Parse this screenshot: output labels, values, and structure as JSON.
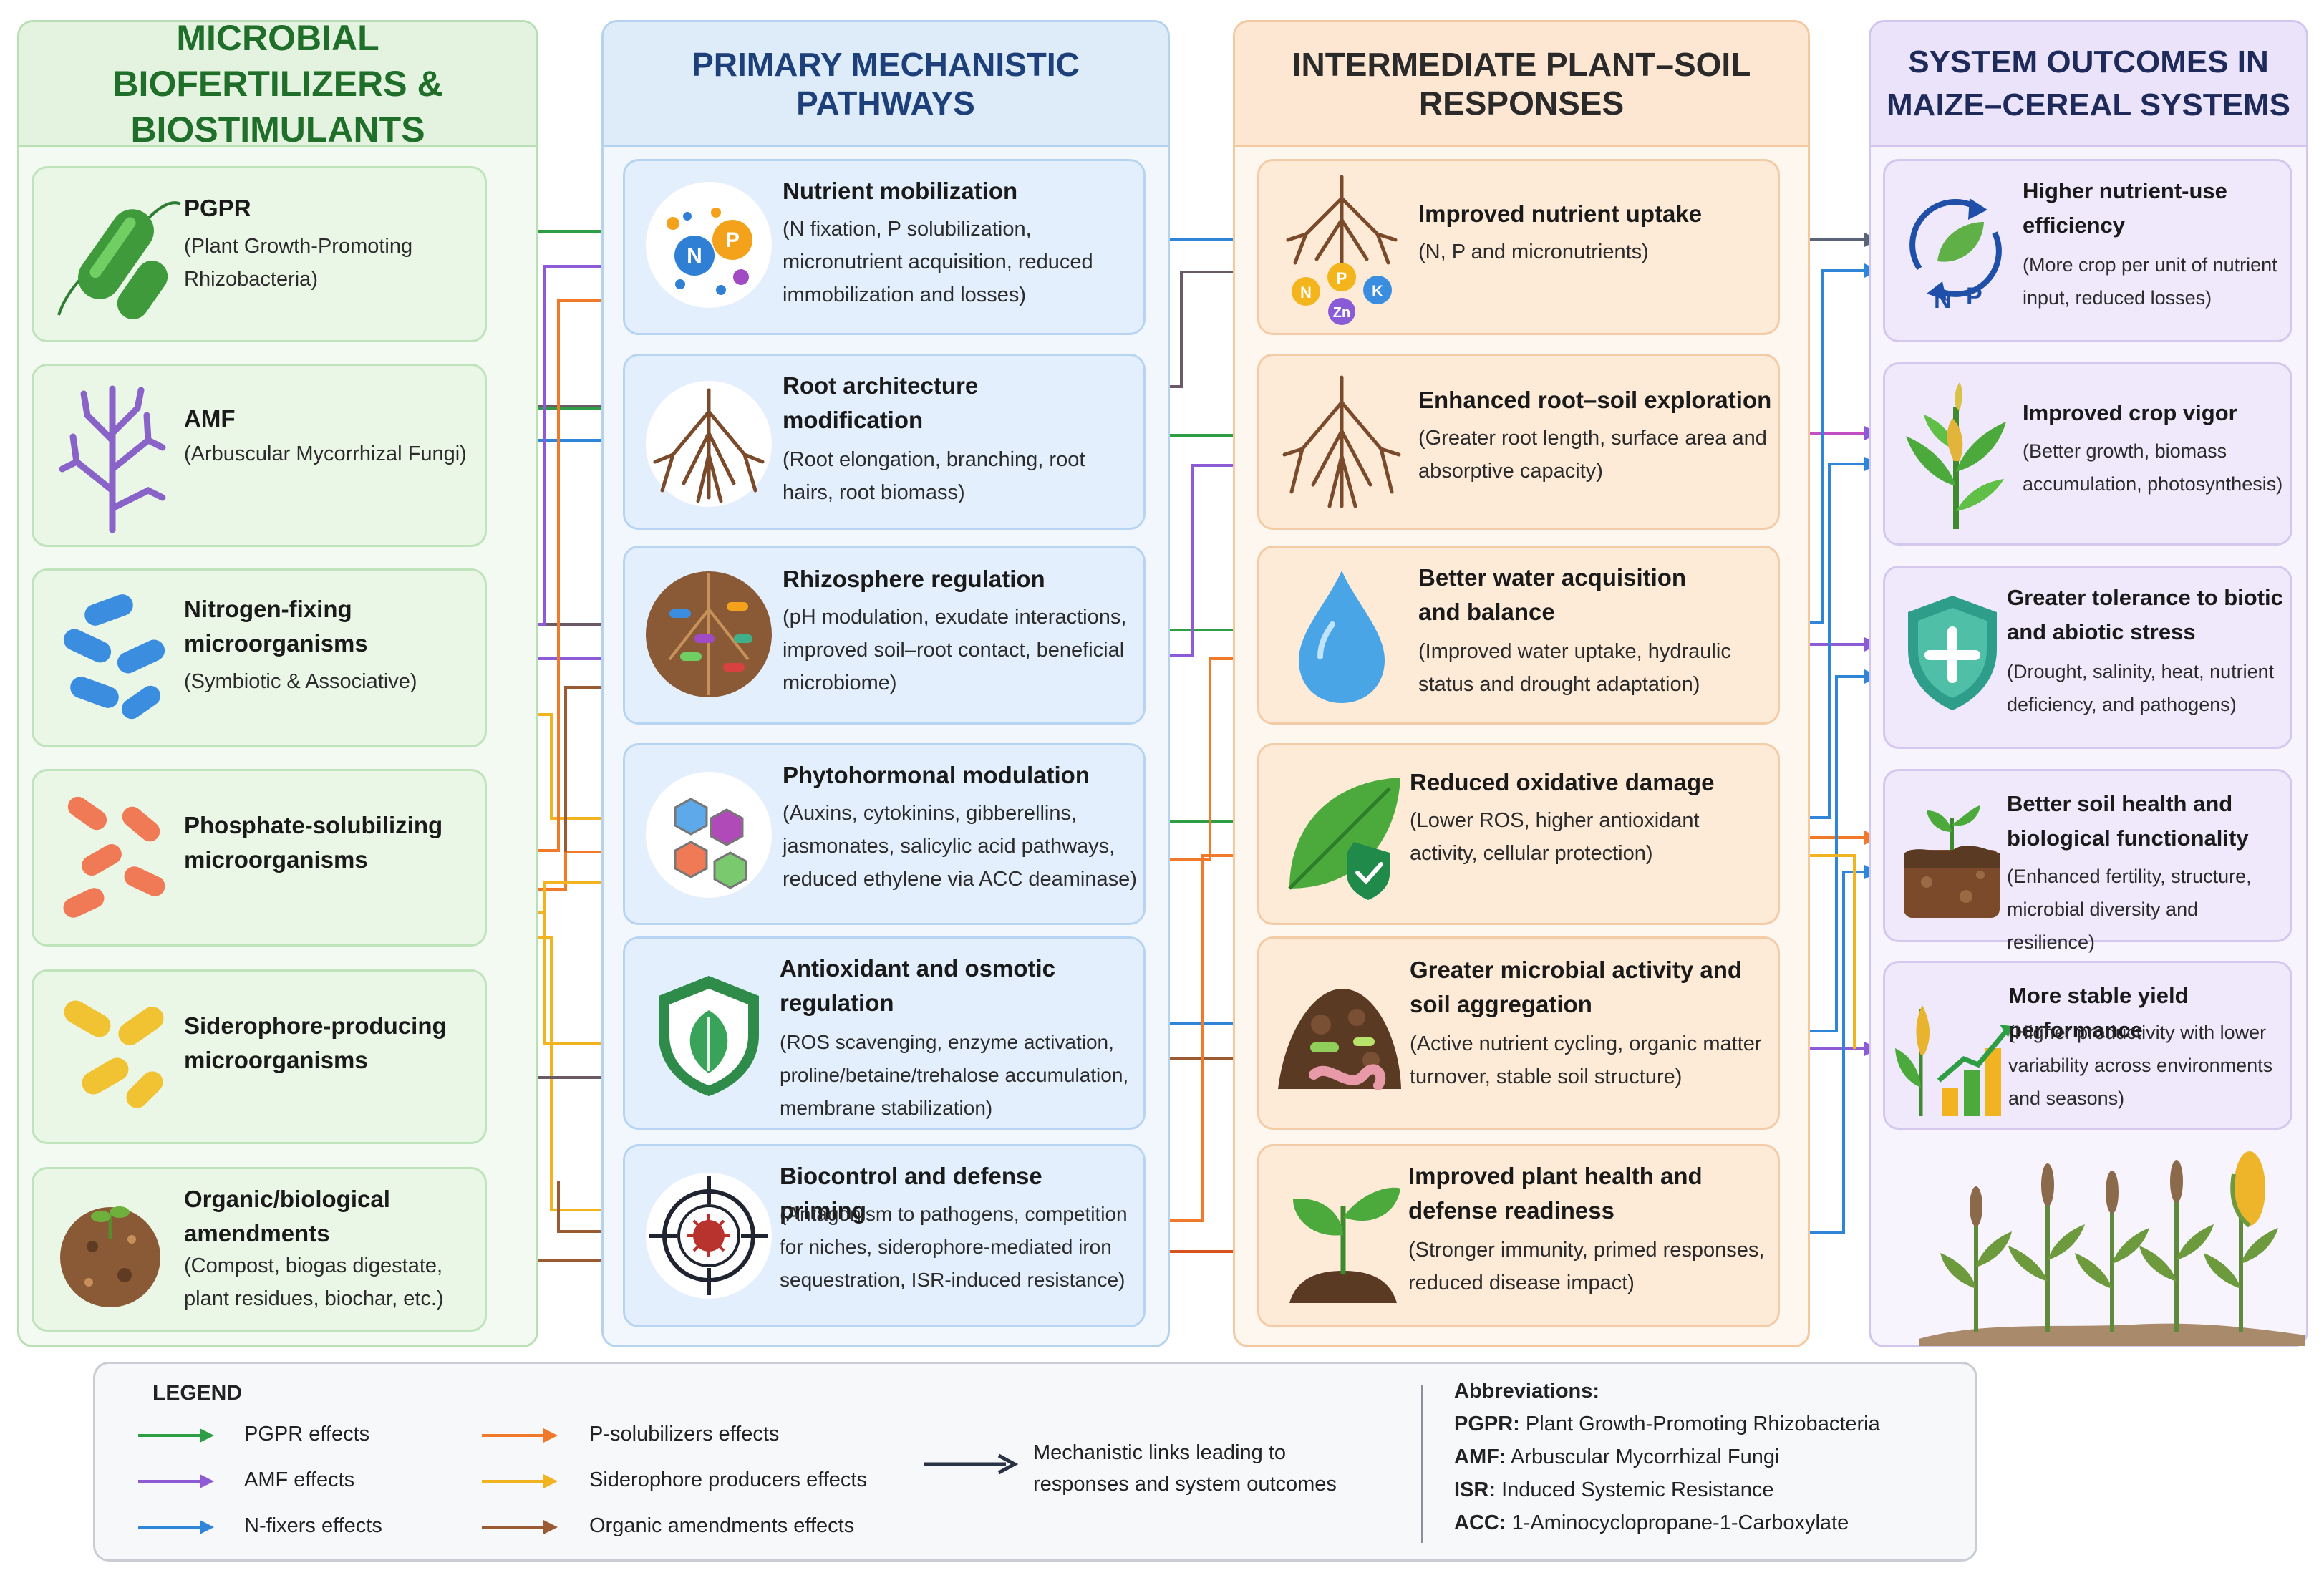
{
  "columns": {
    "biofertilizers": {
      "title": "MICROBIAL BIOFERTILIZERS & BIOSTIMULANTS",
      "items": [
        {
          "title": "PGPR",
          "desc": "(Plant Growth-Promoting Rhizobacteria)",
          "icon": "rod-bacteria-icon"
        },
        {
          "title": "AMF",
          "desc": "(Arbuscular Mycorrhizal Fungi)",
          "icon": "mycorrhiza-icon"
        },
        {
          "title": "Nitrogen-fixing microorganisms",
          "desc": "(Symbiotic & Associative)",
          "icon": "blue-bacteria-icon"
        },
        {
          "title": "Phosphate-solubilizing microorganisms",
          "desc": "",
          "icon": "orange-bacteria-icon"
        },
        {
          "title": "Siderophore-producing microorganisms",
          "desc": "",
          "icon": "yellow-bacteria-icon"
        },
        {
          "title": "Organic/biological amendments",
          "desc": "(Compost, biogas digestate, plant residues, biochar, etc.)",
          "icon": "compost-icon"
        }
      ]
    },
    "pathways": {
      "title": "PRIMARY MECHANISTIC PATHWAYS",
      "items": [
        {
          "title": "Nutrient mobilization",
          "desc": "(N fixation, P solubilization, micronutrient acquisition, reduced immobilization and losses)",
          "icon": "nutrient-bubbles-icon"
        },
        {
          "title": "Root architecture modification",
          "desc": "(Root elongation, branching, root hairs, root biomass)",
          "icon": "root-icon"
        },
        {
          "title": "Rhizosphere regulation",
          "desc": "(pH modulation, exudate interactions, improved soil–root contact, beneficial microbiome)",
          "icon": "rhizosphere-icon"
        },
        {
          "title": "Phytohormonal modulation",
          "desc": "(Auxins, cytokinins, gibberellins, jasmonates, salicylic acid pathways, reduced ethylene via ACC deaminase)",
          "icon": "molecule-icon"
        },
        {
          "title": "Antioxidant and osmotic regulation",
          "desc": "(ROS scavenging, enzyme activation, proline/betaine/trehalose accumulation, membrane stabilization)",
          "icon": "leaf-shield-icon"
        },
        {
          "title": "Biocontrol and defense priming",
          "desc": "(Antagonism to pathogens, competition for niches, siderophore-mediated iron sequestration, ISR-induced resistance)",
          "icon": "target-pathogen-icon"
        }
      ]
    },
    "responses": {
      "title": "INTERMEDIATE PLANT–SOIL RESPONSES",
      "items": [
        {
          "title": "Improved nutrient uptake",
          "desc": "(N, P and micronutrients)",
          "icon": "roots-nutrients-icon",
          "labels": [
            "N",
            "P",
            "K",
            "Zn"
          ]
        },
        {
          "title": "Enhanced root–soil exploration",
          "desc": "(Greater root length, surface area and absorptive capacity)",
          "icon": "root-icon"
        },
        {
          "title": "Better water acquisition and balance",
          "desc": "(Improved water uptake, hydraulic status and drought adaptation)",
          "icon": "water-drop-icon"
        },
        {
          "title": "Reduced oxidative damage",
          "desc": "(Lower ROS, higher antioxidant activity, cellular protection)",
          "icon": "leaf-check-icon"
        },
        {
          "title": "Greater microbial activity and soil aggregation",
          "desc": "(Active nutrient cycling, organic matter turnover, stable soil structure)",
          "icon": "soil-worm-icon"
        },
        {
          "title": "Improved plant health and defense readiness",
          "desc": "(Stronger immunity, primed responses, reduced disease impact)",
          "icon": "seedling-icon"
        }
      ]
    },
    "outcomes": {
      "title": "SYSTEM OUTCOMES IN MAIZE–CEREAL SYSTEMS",
      "items": [
        {
          "title": "Higher nutrient-use efficiency",
          "desc": "(More crop per unit of nutrient input, reduced losses)",
          "icon": "nutrient-cycle-icon",
          "labels": [
            "N",
            "P"
          ]
        },
        {
          "title": "Improved crop vigor",
          "desc": "(Better growth, biomass accumulation, photosynthesis)",
          "icon": "maize-plant-icon"
        },
        {
          "title": "Greater tolerance to biotic and abiotic stress",
          "desc": "(Drought, salinity, heat, nutrient deficiency, and pathogens)",
          "icon": "shield-plus-icon"
        },
        {
          "title": "Better soil health and biological functionality",
          "desc": "(Enhanced fertility, structure, microbial diversity and resilience)",
          "icon": "soil-sprout-icon"
        },
        {
          "title": "More stable yield performance",
          "desc": "(Higher productivity with lower variability across environments and seasons)",
          "icon": "yield-chart-icon"
        }
      ]
    }
  },
  "nutrient_icon_labels": [
    "N",
    "P"
  ],
  "legend": {
    "title": "LEGEND",
    "items": [
      {
        "label": "PGPR effects",
        "color": "#2e9e45"
      },
      {
        "label": "AMF effects",
        "color": "#8e5bd6"
      },
      {
        "label": "N-fixers effects",
        "color": "#2f86d8"
      },
      {
        "label": "P-solubilizers effects",
        "color": "#f07a2a"
      },
      {
        "label": "Siderophore producers effects",
        "color": "#f2b320"
      },
      {
        "label": "Organic amendments effects",
        "color": "#9a5a34"
      }
    ],
    "mechanistic": {
      "label": "Mechanistic links leading to responses and system outcomes",
      "color": "#2a3245"
    }
  },
  "abbreviations": {
    "title": "Abbreviations:",
    "items": [
      {
        "abbr": "PGPR:",
        "full": "Plant Growth-Promoting Rhizobacteria"
      },
      {
        "abbr": "AMF:",
        "full": "Arbuscular Mycorrhizal Fungi"
      },
      {
        "abbr": "ISR:",
        "full": "Induced Systemic Resistance"
      },
      {
        "abbr": "ACC:",
        "full": "1-Aminocyclopropane-1-Carboxylate"
      }
    ]
  }
}
